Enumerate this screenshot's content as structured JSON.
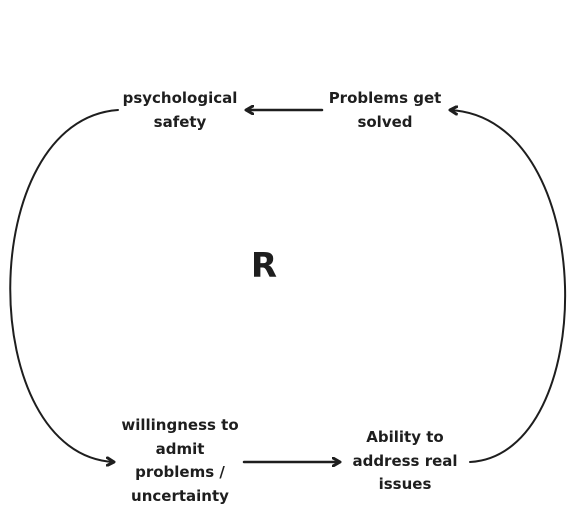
{
  "diagram": {
    "loop_label": "R",
    "nodes": {
      "psychological_safety": "psychological\nsafety",
      "problems_get_solved": "Problems get\nsolved",
      "willingness_to_admit": "willingness to\nadmit\nproblems /\nuncertainty",
      "ability_to_address": "Ability to\naddress real\nissues"
    },
    "stroke_color": "#1e1e1e",
    "background_color": "#ffffff"
  }
}
